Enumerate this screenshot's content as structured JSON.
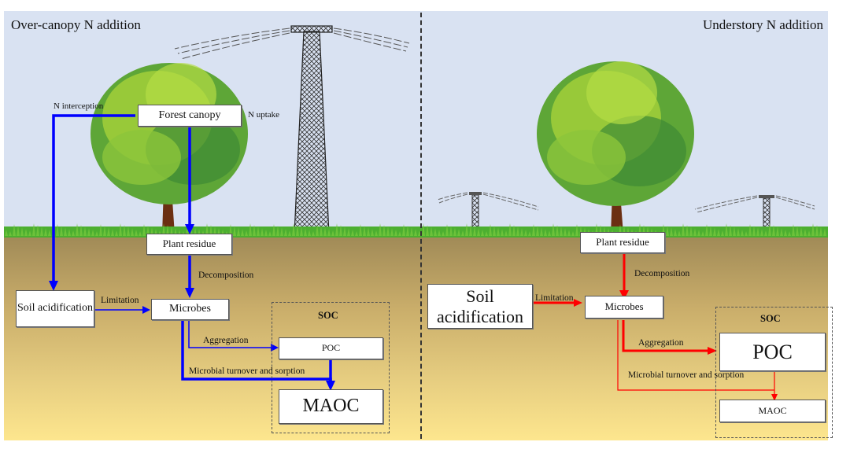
{
  "left_panel": {
    "title": "Over-canopy N addition",
    "nodes": {
      "forest_canopy": "Forest canopy",
      "plant_residue": "Plant residue",
      "soil_acidification": "Soil acidification",
      "microbes": "Microbes",
      "soc": "SOC",
      "poc": "POC",
      "maoc": "MAOC"
    },
    "edge_labels": {
      "n_interception": "N interception",
      "n_uptake": "N uptake",
      "decomposition": "Decomposition",
      "limitation": "Limitation",
      "aggregation": "Aggregation",
      "microbial_turnover": "Microbial turnover and sorption"
    },
    "arrow_color": "#0000ff"
  },
  "right_panel": {
    "title": "Understory N addition",
    "nodes": {
      "plant_residue": "Plant residue",
      "soil_acidification": "Soil acidification",
      "microbes": "Microbes",
      "soc": "SOC",
      "poc": "POC",
      "maoc": "MAOC"
    },
    "edge_labels": {
      "decomposition": "Decomposition",
      "limitation": "Limitation",
      "aggregation": "Aggregation",
      "microbial_turnover": "Microbial turnover and sorption"
    },
    "arrow_color": "#ff0000"
  },
  "colors": {
    "sky": "#d9e2f2",
    "soil_top": "#a08a57",
    "soil_bottom": "#fde68e",
    "grass": "#4caf30",
    "leaf_light": "#a6d23a",
    "leaf_dark": "#3d8a35",
    "trunk": "#6b2f12"
  }
}
